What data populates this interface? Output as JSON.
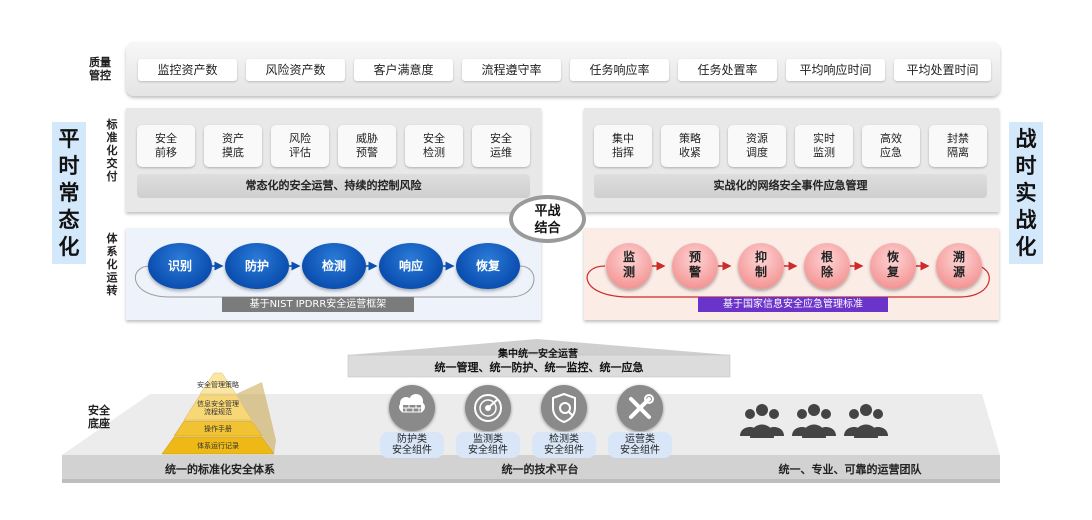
{
  "quality": {
    "label": "质量\n管控",
    "metrics": [
      "监控资产数",
      "风险资产数",
      "客户满意度",
      "流程遵守率",
      "任务响应率",
      "任务处置率",
      "平均响应时间",
      "平均处置时间"
    ]
  },
  "side_left": "平\n时\n常\n态\n化",
  "side_right": "战\n时\n实\n战\n化",
  "delivery": {
    "label": "标\n准\n化\n交\n付",
    "left_chips": [
      "安全\n前移",
      "资产\n摸底",
      "风险\n评估",
      "威胁\n预警",
      "安全\n检测",
      "安全\n运维"
    ],
    "left_banner": "常态化的安全运营、持续的控制风险",
    "right_chips": [
      "集中\n指挥",
      "策略\n收紧",
      "资源\n调度",
      "实时\n监测",
      "高效\n应急",
      "封禁\n隔离"
    ],
    "right_banner": "实战化的网络安全事件应急管理"
  },
  "center_badge": "平战\n结合",
  "operations": {
    "label": "体\n系\n化\n运\n转",
    "left_steps": [
      "识别",
      "防护",
      "检测",
      "响应",
      "恢复"
    ],
    "left_footer": "基于NIST IPDRR安全运营框架",
    "right_steps": [
      "监\n测",
      "预\n警",
      "抑\n制",
      "根\n除",
      "恢\n复",
      "溯\n源"
    ],
    "right_footer": "基于国家信息安全应急管理标准"
  },
  "central_ops": {
    "line1": "集中统一安全运营",
    "line2": "统一管理、统一防护、统一监控、统一应急"
  },
  "foundation": {
    "label": "安全\n底座",
    "pyramid_layers": [
      "安全管理策略",
      "信息安全管理\n流程规范",
      "操作手册",
      "体系运行记录"
    ],
    "components": [
      "防护类\n安全组件",
      "监测类\n安全组件",
      "检测类\n安全组件",
      "运营类\n安全组件"
    ],
    "captions": [
      "统一的标准化安全体系",
      "统一的技术平台",
      "统一、专业、可靠的运营团队"
    ]
  },
  "colors": {
    "blue": "#0b4fb0",
    "red": "#e77f7f",
    "side_bg": "#d4e8fb",
    "footer_left": "#7b7b7b",
    "footer_right": "#6a33c9"
  }
}
